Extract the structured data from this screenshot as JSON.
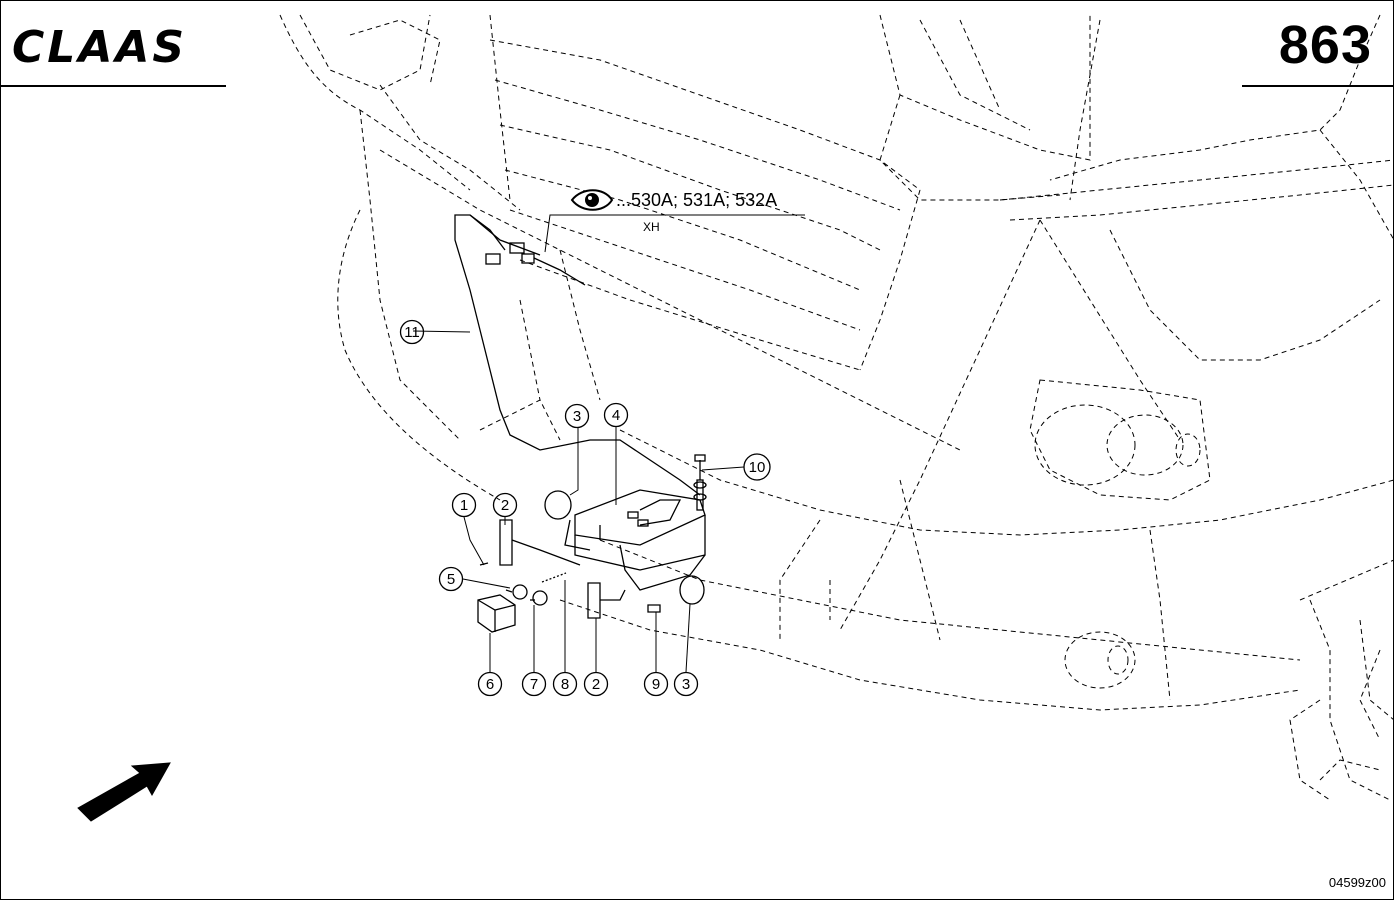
{
  "header": {
    "logo_text": "CLAAS",
    "page_number": "863"
  },
  "reference": {
    "text": "...530A; 531A; 532A",
    "sub_label": "XH",
    "icon": "eye-icon"
  },
  "footer": {
    "drawing_id": "04599z00"
  },
  "callouts": [
    {
      "id": "c1",
      "label": "1"
    },
    {
      "id": "c2a",
      "label": "2"
    },
    {
      "id": "c3a",
      "label": "3"
    },
    {
      "id": "c4",
      "label": "4"
    },
    {
      "id": "c5",
      "label": "5"
    },
    {
      "id": "c6",
      "label": "6"
    },
    {
      "id": "c7",
      "label": "7"
    },
    {
      "id": "c8",
      "label": "8"
    },
    {
      "id": "c2b",
      "label": "2"
    },
    {
      "id": "c9",
      "label": "9"
    },
    {
      "id": "c3b",
      "label": "3"
    },
    {
      "id": "c10",
      "label": "10"
    },
    {
      "id": "c11",
      "label": "11"
    }
  ],
  "direction_icon": "arrow-icon"
}
